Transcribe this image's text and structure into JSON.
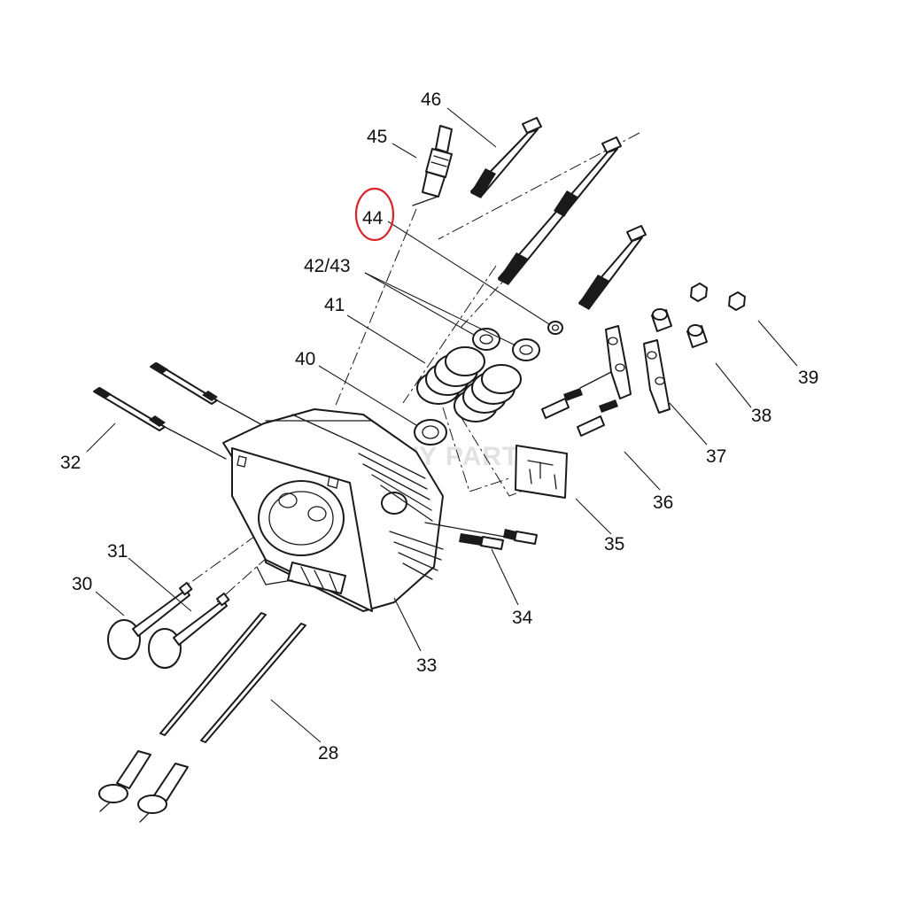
{
  "diagram": {
    "watermark": "HEAVY PARTS",
    "highlight_color": "#d8232a",
    "highlighted_callout": "44",
    "callouts": {
      "c28": "28",
      "c30": "30",
      "c31": "31",
      "c32": "32",
      "c33": "33",
      "c34": "34",
      "c35": "35",
      "c36": "36",
      "c37": "37",
      "c38": "38",
      "c39": "39",
      "c40": "40",
      "c41": "41",
      "c42_43": "42/43",
      "c44": "44",
      "c45": "45",
      "c46": "46"
    }
  }
}
